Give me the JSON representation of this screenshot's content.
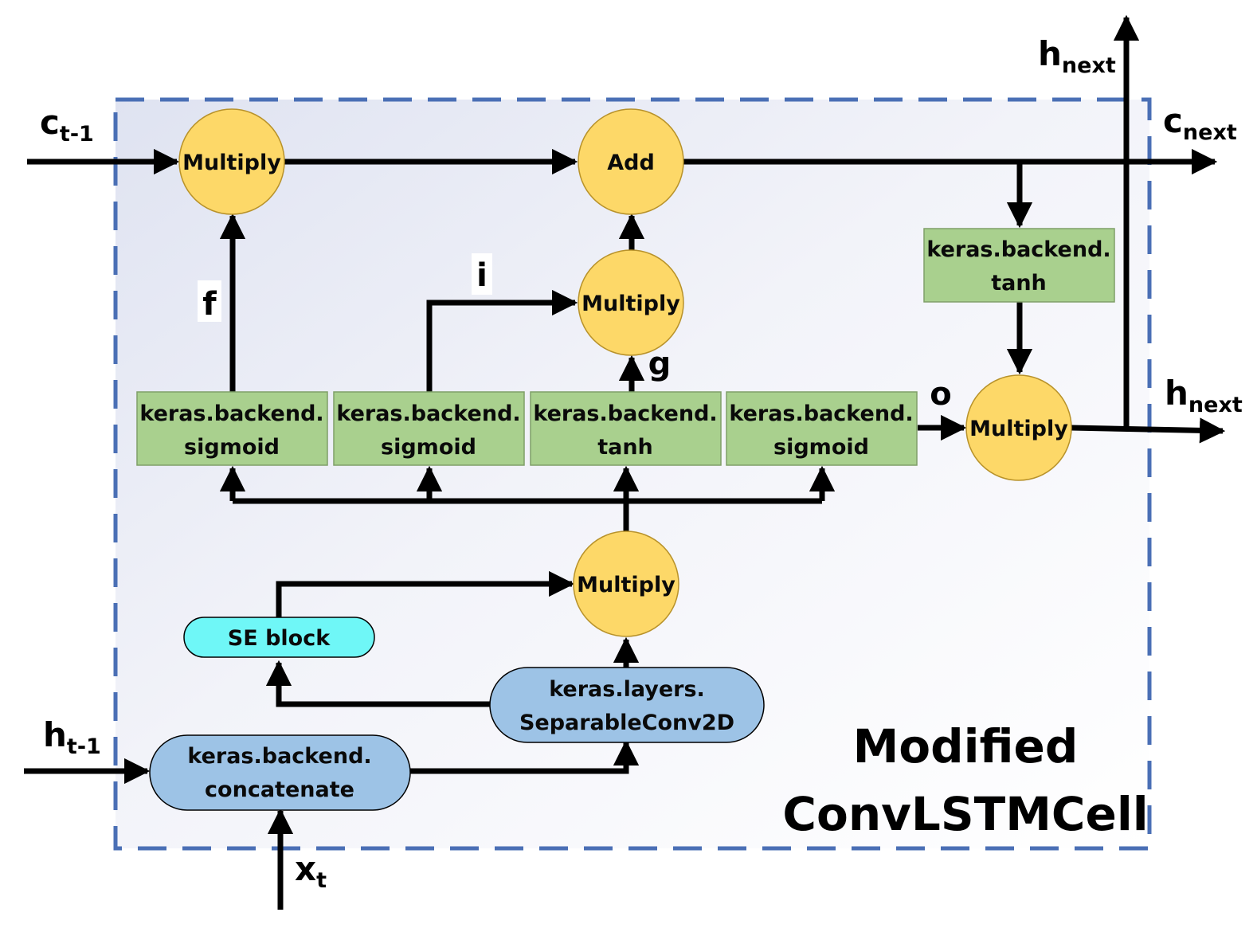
{
  "diagram": {
    "title_line1": "Modified",
    "title_line2": "ConvLSTMCell",
    "colors": {
      "border_dash": "#4a6fb5",
      "op_node_fill": "#fdd868",
      "op_node_stroke": "#b8922a",
      "activation_fill": "#a9d08e",
      "activation_stroke": "#7f9f68",
      "layer_fill": "#9dc3e6",
      "layer_stroke": "#000000",
      "se_fill": "#6ff7f7",
      "arrow": "#000000"
    },
    "inputs": {
      "c_prev": {
        "main": "c",
        "sub": "t-1"
      },
      "h_prev": {
        "main": "h",
        "sub": "t-1"
      },
      "x_t": {
        "main": "x",
        "sub": "t"
      }
    },
    "outputs": {
      "c_next": {
        "main": "c",
        "sub": "next"
      },
      "h_next_top": {
        "main": "h",
        "sub": "next"
      },
      "h_next_right": {
        "main": "h",
        "sub": "next"
      }
    },
    "gate_labels": {
      "f": "f",
      "i": "i",
      "g": "g",
      "o": "o"
    },
    "op_nodes": {
      "forget_multiply": "Multiply",
      "add": "Add",
      "input_multiply": "Multiply",
      "output_multiply": "Multiply",
      "se_multiply": "Multiply"
    },
    "activations": {
      "forget_sigmoid": {
        "line1": "keras.backend.",
        "line2": "sigmoid"
      },
      "input_sigmoid": {
        "line1": "keras.backend.",
        "line2": "sigmoid"
      },
      "cell_tanh": {
        "line1": "keras.backend.",
        "line2": "tanh"
      },
      "output_sigmoid": {
        "line1": "keras.backend.",
        "line2": "sigmoid"
      },
      "state_tanh": {
        "line1": "keras.backend.",
        "line2": "tanh"
      }
    },
    "layers": {
      "se_block": "SE block",
      "separable_conv": {
        "line1": "keras.layers.",
        "line2": "SeparableConv2D"
      },
      "concatenate": {
        "line1": "keras.backend.",
        "line2": "concatenate"
      }
    }
  }
}
